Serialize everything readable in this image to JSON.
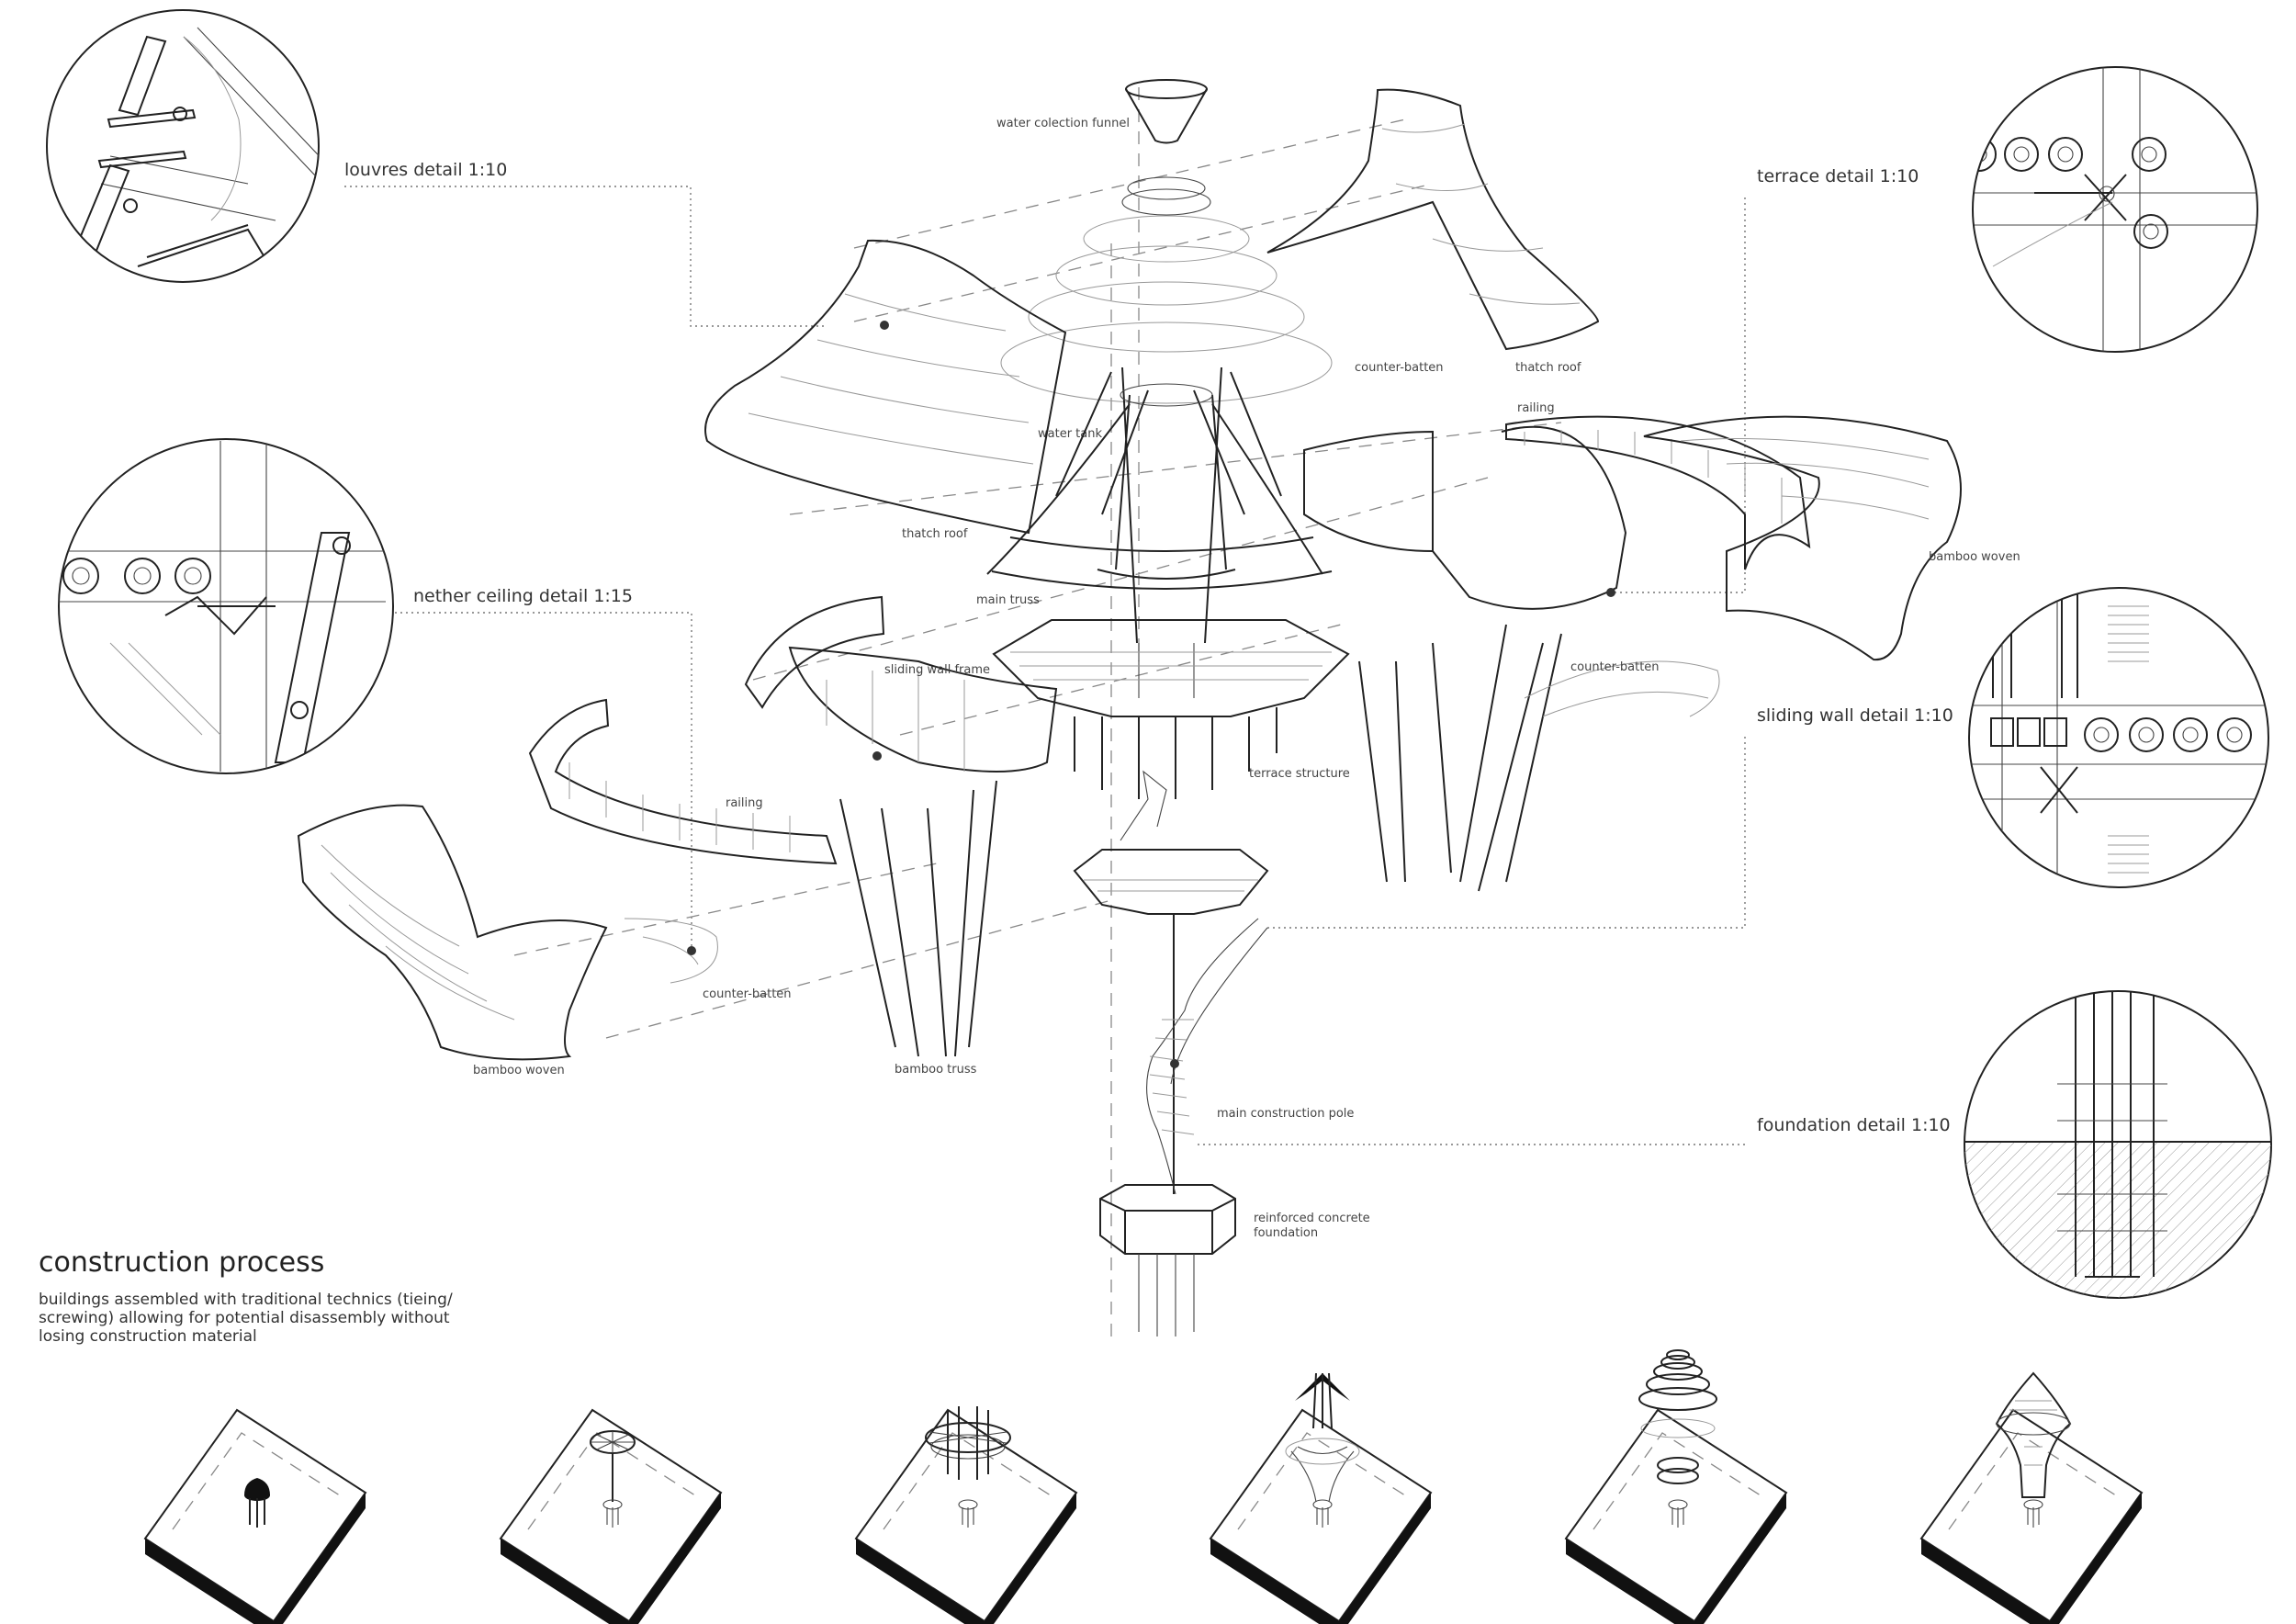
{
  "details": {
    "louvres": "louvres detail 1:10",
    "nether_ceiling": "nether ceiling detail 1:15",
    "terrace": "terrace detail 1:10",
    "sliding_wall": "sliding wall detail 1:10",
    "foundation": "foundation detail 1:10"
  },
  "labels": {
    "water_collection_funnel": "water colection funnel",
    "thatch_roof_left": "thatch roof",
    "thatch_roof_right": "thatch roof",
    "counter_batten_top": "counter-batten",
    "counter_batten_right": "counter-batten",
    "counter_batten_left": "counter-batten",
    "water_tank": "water tank",
    "main_truss": "main truss",
    "railing_right": "railing",
    "railing_left": "railing",
    "bamboo_woven_right": "bamboo woven",
    "bamboo_woven_left": "bamboo woven",
    "sliding_wall_frame": "sliding wall frame",
    "terrace_structure": "terrace structure",
    "bamboo_truss": "bamboo truss",
    "main_construction_pole": "main construction pole",
    "foundation_line1": "reinforced concrete",
    "foundation_line2": "foundation"
  },
  "process": {
    "title": "construction process",
    "description_lines": [
      "buildings assembled with traditional technics (tieing/",
      "screwing) allowing for potential disassembly without",
      "losing construction material"
    ]
  }
}
